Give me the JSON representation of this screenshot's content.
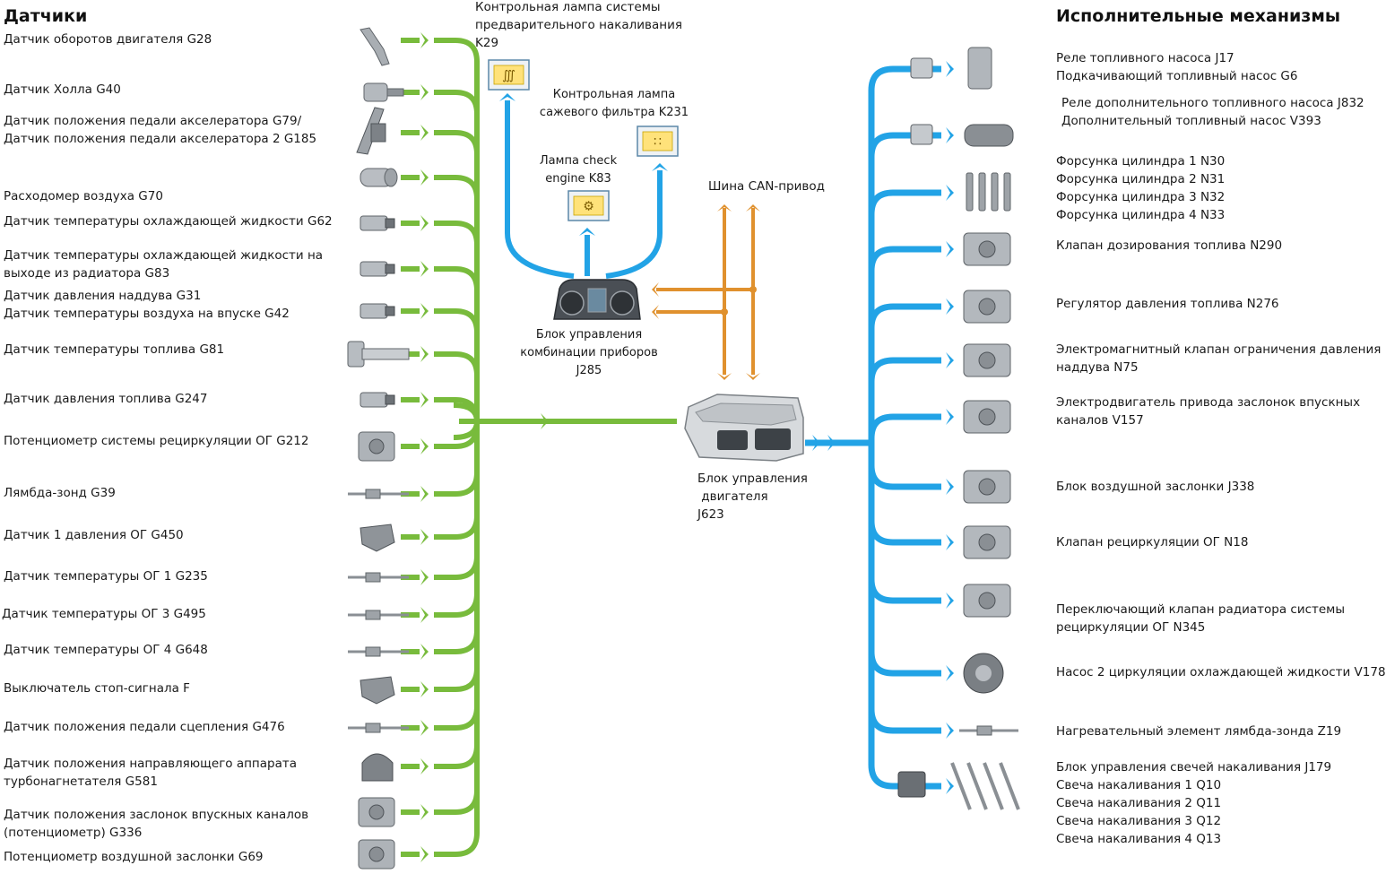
{
  "sensors": {
    "title": "Датчики",
    "items": [
      {
        "lines": [
          "Датчик оборотов двигателя G28"
        ]
      },
      {
        "lines": [
          "Датчик Холла G40"
        ]
      },
      {
        "lines": [
          "Датчик положения педали акселератора G79/",
          "Датчик положения педали акселератора 2 G185"
        ]
      },
      {
        "lines": [
          "Расходомер воздуха G70"
        ]
      },
      {
        "lines": [
          "Датчик температуры охлаждающей жидкости G62"
        ]
      },
      {
        "lines": [
          "Датчик температуры охлаждающей жидкости на",
          "выходе из радиатора G83"
        ]
      },
      {
        "lines": [
          "Датчик давления наддува G31",
          "Датчик температуры воздуха на впуске G42"
        ]
      },
      {
        "lines": [
          "Датчик температуры топлива G81"
        ]
      },
      {
        "lines": [
          "Датчик давления топлива G247"
        ]
      },
      {
        "lines": [
          "Потенциометр системы рециркуляции ОГ G212"
        ]
      },
      {
        "lines": [
          "Лямбда-зонд G39"
        ]
      },
      {
        "lines": [
          "Датчик 1 давления ОГ G450"
        ]
      },
      {
        "lines": [
          "Датчик температуры ОГ 1 G235"
        ]
      },
      {
        "lines": [
          "Датчик температуры ОГ 3 G495"
        ]
      },
      {
        "lines": [
          "Датчик температуры ОГ 4 G648"
        ]
      },
      {
        "lines": [
          "Выключатель стоп-сигнала F"
        ]
      },
      {
        "lines": [
          "Датчик положения педали сцепления G476"
        ]
      },
      {
        "lines": [
          "Датчик положения направляющего аппарата",
          "турбонагнетателя G581"
        ]
      },
      {
        "lines": [
          "Датчик положения заслонок впускных каналов",
          "(потенциометр) G336"
        ]
      },
      {
        "lines": [
          "Потенциометр воздушной заслонки G69"
        ]
      }
    ]
  },
  "actuators": {
    "title": "Исполнительные механизмы",
    "items": [
      {
        "lines": [
          "Реле топливного насоса J17",
          "Подкачивающий топливный насос G6"
        ]
      },
      {
        "lines": [
          "Реле дополнительного топливного насоса J832",
          "Дополнительный топливный насос V393"
        ]
      },
      {
        "lines": [
          "Форсунка цилиндра 1 N30",
          "Форсунка цилиндра 2 N31",
          "Форсунка цилиндра 3 N32",
          "Форсунка цилиндра 4 N33"
        ]
      },
      {
        "lines": [
          "Клапан дозирования топлива N290"
        ]
      },
      {
        "lines": [
          "Регулятор давления топлива N276"
        ]
      },
      {
        "lines": [
          "Электромагнитный клапан ограничения давления",
          "наддува N75"
        ]
      },
      {
        "lines": [
          "Электродвигатель привода заслонок впускных",
          "каналов V157"
        ]
      },
      {
        "lines": [
          "Блок воздушной заслонки J338"
        ]
      },
      {
        "lines": [
          "Клапан рециркуляции ОГ N18"
        ]
      },
      {
        "lines": [
          "Переключающий клапан радиатора системы",
          "рециркуляции ОГ N345"
        ]
      },
      {
        "lines": [
          "Насос 2 циркуляции охлаждающей жидкости V178"
        ]
      },
      {
        "lines": [
          "Нагревательный элемент лямбда-зонда Z19"
        ]
      },
      {
        "lines": [
          "Блок управления свечей накаливания J179",
          "Свеча накаливания 1 Q10",
          "Свеча накаливания 2 Q11",
          "Свеча накаливания 3 Q12",
          "Свеча накаливания 4 Q13"
        ]
      }
    ]
  },
  "center": {
    "k29": {
      "lines": [
        "Контрольная лампа системы",
        "предварительного накаливания",
        "K29"
      ]
    },
    "k231": {
      "lines": [
        "Контрольная лампа",
        "сажевого фильтра K231"
      ]
    },
    "k83": {
      "lines": [
        "Лампа check",
        "engine K83"
      ]
    },
    "can_bus": "Шина CAN-привод",
    "j285": {
      "lines": [
        "Блок управления",
        "комбинации приборов",
        "J285"
      ]
    },
    "j623": {
      "lines": [
        "Блок управления",
        " двигателя",
        "J623"
      ]
    }
  },
  "colors": {
    "sensor_line": "#78bb3c",
    "actuator_line": "#22a3e6",
    "can_line": "#e0912e",
    "lamp_fill": "#ffe27a",
    "lamp_border": "#5c87a8"
  }
}
